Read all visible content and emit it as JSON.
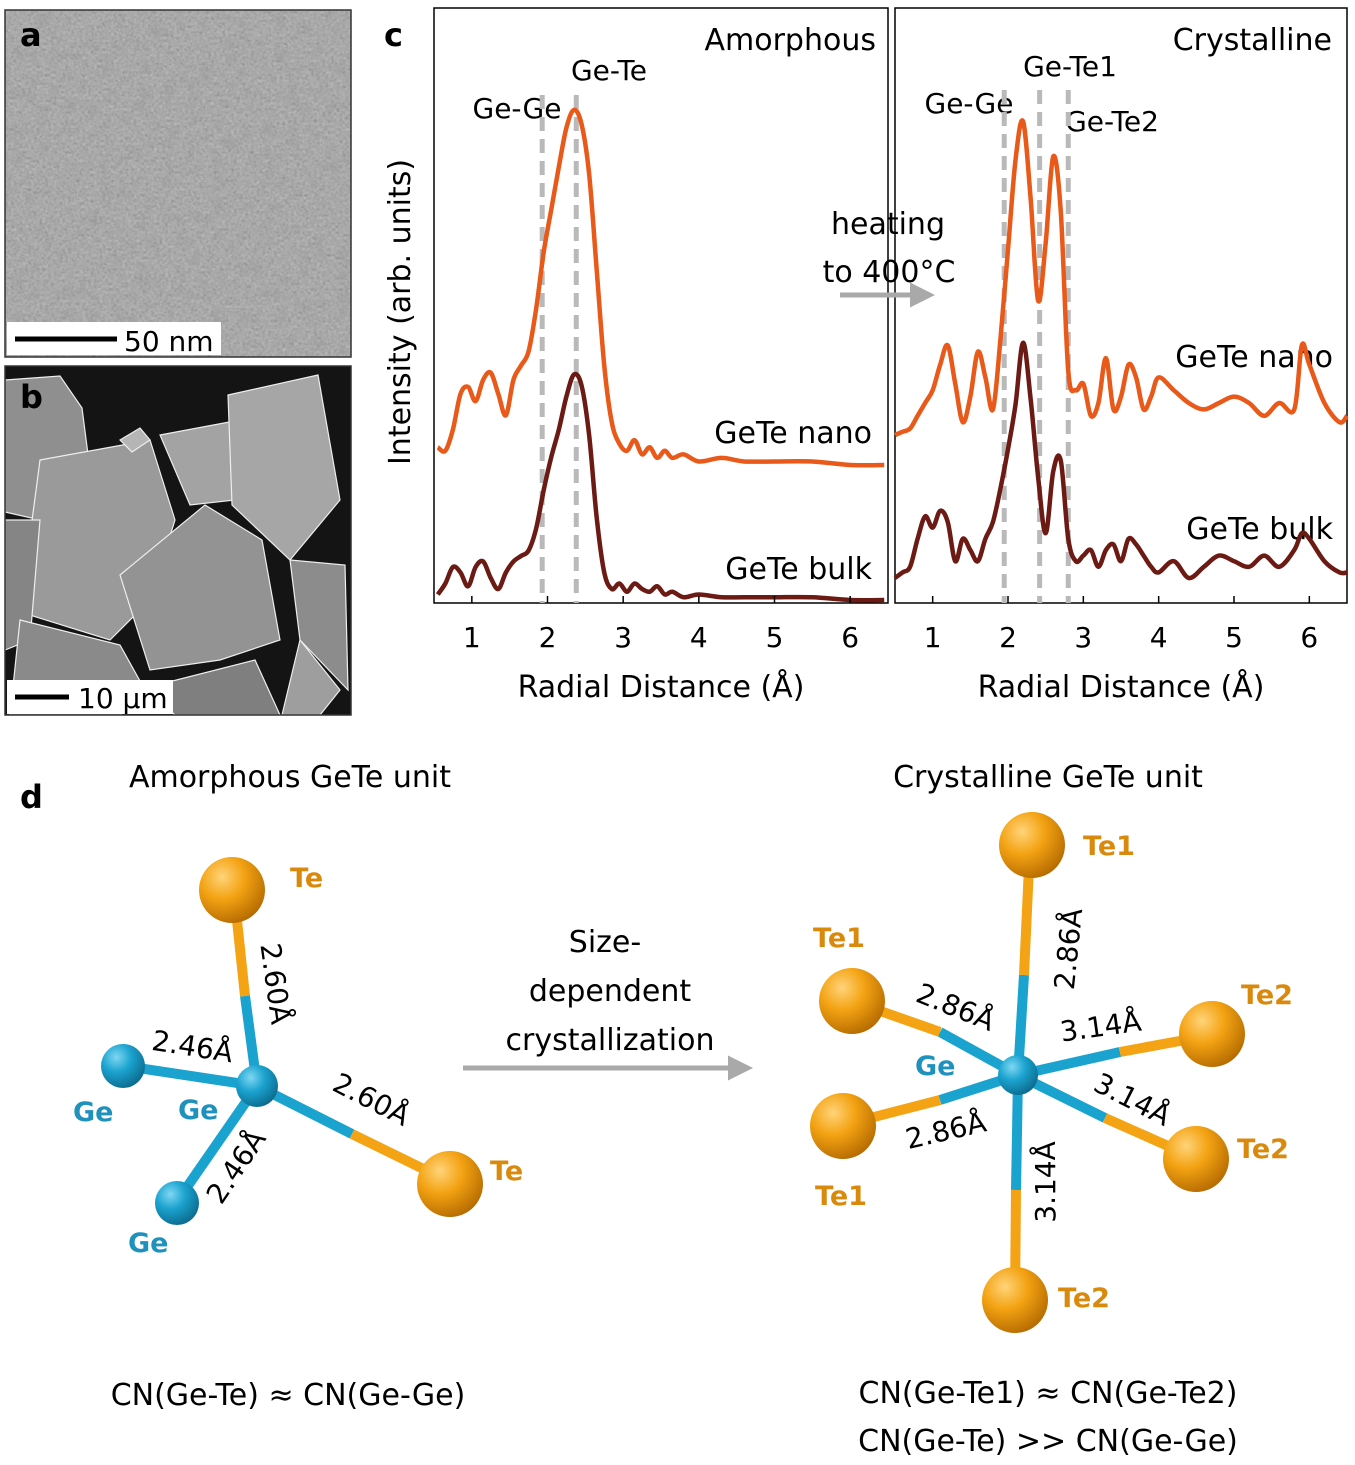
{
  "panel_labels": {
    "a": "a",
    "b": "b",
    "c": "c",
    "d": "d"
  },
  "micrographs": {
    "a_scale": "50 nm",
    "b_scale": "10 µm"
  },
  "chart_data": [
    {
      "type": "line",
      "title": "Amorphous",
      "xlabel": "Radial Distance (Å)",
      "ylabel": "Intensity (arb. units)",
      "xlim": [
        0.5,
        6.5
      ],
      "xticks": [
        1,
        2,
        3,
        4,
        5,
        6
      ],
      "grid": false,
      "peak_markers": [
        {
          "x": 1.93,
          "label": "Ge-Ge"
        },
        {
          "x": 2.38,
          "label": "Ge-Te"
        }
      ],
      "series": [
        {
          "name": "GeTe nano",
          "color": "#e8591a",
          "x": [
            0.55,
            0.65,
            0.75,
            0.85,
            0.95,
            1.05,
            1.15,
            1.25,
            1.35,
            1.45,
            1.55,
            1.65,
            1.75,
            1.85,
            1.95,
            2.05,
            2.15,
            2.25,
            2.35,
            2.45,
            2.55,
            2.65,
            2.75,
            2.85,
            2.95,
            3.05,
            3.15,
            3.25,
            3.35,
            3.45,
            3.55,
            3.65,
            3.8,
            4.0,
            4.3,
            4.6,
            5.0,
            5.5,
            6.0,
            6.45
          ],
          "y": [
            0.05,
            0.04,
            0.1,
            0.2,
            0.22,
            0.18,
            0.24,
            0.26,
            0.2,
            0.14,
            0.24,
            0.28,
            0.32,
            0.44,
            0.6,
            0.72,
            0.84,
            0.95,
            1.0,
            0.96,
            0.82,
            0.55,
            0.28,
            0.12,
            0.06,
            0.04,
            0.07,
            0.03,
            0.05,
            0.02,
            0.04,
            0.02,
            0.03,
            0.01,
            0.02,
            0.01,
            0.01,
            0.01,
            0.0,
            0.0
          ]
        },
        {
          "name": "GeTe bulk",
          "color": "#6b1a14",
          "x": [
            0.55,
            0.65,
            0.75,
            0.85,
            0.95,
            1.05,
            1.15,
            1.25,
            1.35,
            1.45,
            1.55,
            1.65,
            1.75,
            1.85,
            1.95,
            2.05,
            2.15,
            2.25,
            2.35,
            2.45,
            2.55,
            2.65,
            2.75,
            2.85,
            2.95,
            3.05,
            3.15,
            3.25,
            3.35,
            3.45,
            3.55,
            3.65,
            3.8,
            4.0,
            4.3,
            4.6,
            5.0,
            5.5,
            6.0,
            6.45
          ],
          "y": [
            0.02,
            0.06,
            0.12,
            0.1,
            0.05,
            0.12,
            0.14,
            0.08,
            0.04,
            0.1,
            0.14,
            0.16,
            0.18,
            0.26,
            0.4,
            0.52,
            0.62,
            0.74,
            0.82,
            0.78,
            0.6,
            0.3,
            0.1,
            0.04,
            0.06,
            0.03,
            0.06,
            0.04,
            0.03,
            0.05,
            0.02,
            0.03,
            0.01,
            0.02,
            0.01,
            0.01,
            0.01,
            0.01,
            0.0,
            0.0
          ]
        }
      ],
      "series_labels": [
        "GeTe nano",
        "GeTe bulk"
      ]
    },
    {
      "type": "line",
      "title": "Crystalline",
      "xlabel": "Radial Distance (Å)",
      "xlim": [
        0.5,
        6.5
      ],
      "xticks": [
        1,
        2,
        3,
        4,
        5,
        6
      ],
      "grid": false,
      "peak_markers": [
        {
          "x": 1.95,
          "label": "Ge-Ge"
        },
        {
          "x": 2.42,
          "label": "Ge-Te1"
        },
        {
          "x": 2.8,
          "label": "Ge-Te2"
        }
      ],
      "series": [
        {
          "name": "GeTe nano",
          "color": "#e8591a",
          "x": [
            0.5,
            0.6,
            0.7,
            0.8,
            0.9,
            1.0,
            1.1,
            1.2,
            1.3,
            1.4,
            1.5,
            1.6,
            1.7,
            1.8,
            1.9,
            2.0,
            2.1,
            2.2,
            2.3,
            2.4,
            2.5,
            2.6,
            2.7,
            2.8,
            2.9,
            3.0,
            3.1,
            3.2,
            3.3,
            3.4,
            3.5,
            3.6,
            3.7,
            3.8,
            3.9,
            4.0,
            4.2,
            4.4,
            4.6,
            4.8,
            5.0,
            5.2,
            5.4,
            5.6,
            5.8,
            5.9,
            6.0,
            6.2,
            6.4,
            6.5
          ],
          "y": [
            0.0,
            0.01,
            0.02,
            0.06,
            0.1,
            0.14,
            0.22,
            0.28,
            0.16,
            0.04,
            0.12,
            0.26,
            0.18,
            0.08,
            0.3,
            0.58,
            0.86,
            0.98,
            0.74,
            0.42,
            0.6,
            0.87,
            0.7,
            0.2,
            0.14,
            0.16,
            0.06,
            0.1,
            0.24,
            0.08,
            0.12,
            0.22,
            0.18,
            0.08,
            0.12,
            0.18,
            0.14,
            0.1,
            0.08,
            0.1,
            0.12,
            0.1,
            0.06,
            0.1,
            0.08,
            0.28,
            0.22,
            0.1,
            0.04,
            0.06
          ]
        },
        {
          "name": "GeTe bulk",
          "color": "#6b1a14",
          "x": [
            0.5,
            0.6,
            0.7,
            0.8,
            0.9,
            1.0,
            1.1,
            1.2,
            1.3,
            1.4,
            1.5,
            1.6,
            1.7,
            1.8,
            1.9,
            2.0,
            2.1,
            2.2,
            2.3,
            2.4,
            2.5,
            2.6,
            2.7,
            2.8,
            2.9,
            3.0,
            3.1,
            3.2,
            3.3,
            3.4,
            3.5,
            3.6,
            3.7,
            3.8,
            3.9,
            4.0,
            4.2,
            4.4,
            4.6,
            4.8,
            5.0,
            5.2,
            5.4,
            5.6,
            5.8,
            5.9,
            6.0,
            6.2,
            6.4,
            6.5
          ],
          "y": [
            0.0,
            0.02,
            0.04,
            0.14,
            0.22,
            0.18,
            0.24,
            0.2,
            0.06,
            0.14,
            0.1,
            0.06,
            0.14,
            0.2,
            0.32,
            0.46,
            0.62,
            0.84,
            0.64,
            0.36,
            0.16,
            0.38,
            0.42,
            0.14,
            0.06,
            0.08,
            0.1,
            0.04,
            0.1,
            0.12,
            0.06,
            0.14,
            0.12,
            0.08,
            0.04,
            0.02,
            0.06,
            0.0,
            0.04,
            0.08,
            0.06,
            0.04,
            0.08,
            0.04,
            0.1,
            0.16,
            0.14,
            0.06,
            0.02,
            0.02
          ]
        }
      ],
      "series_labels": [
        "GeTe nano",
        "GeTe bulk"
      ]
    }
  ],
  "heating_arrow": {
    "line1": "heating",
    "line2": "to 400°C"
  },
  "diagram": {
    "amorphous_title": "Amorphous GeTe unit",
    "crystalline_title": "Crystalline GeTe unit",
    "arrow_line1": "Size-",
    "arrow_line2": "dependent",
    "arrow_line3": "crystallization",
    "amorphous_atoms": {
      "center": "Ge",
      "ge_left": "Ge",
      "ge_lower": "Ge",
      "te_top": "Te",
      "te_right": "Te"
    },
    "amorphous_bonds": {
      "te_top": "2.60Å",
      "te_right": "2.60Å",
      "ge_left": "2.46Å",
      "ge_lower": "2.46Å"
    },
    "crystalline_atoms": {
      "center": "Ge",
      "te1_top": "Te1",
      "te1_left": "Te1",
      "te1_lowerleft": "Te1",
      "te2_right": "Te2",
      "te2_lowerright": "Te2",
      "te2_bottom": "Te2"
    },
    "crystalline_bonds": {
      "te1_top": "2.86Å",
      "te1_left": "2.86Å",
      "te1_lowerleft": "2.86Å",
      "te2_right": "3.14Å",
      "te2_lowerright": "3.14Å",
      "te2_bottom": "3.14Å"
    },
    "amorphous_cn": "CN(Ge-Te) ≈ CN(Ge-Ge)",
    "crystalline_cn_1": "CN(Ge-Te1) ≈ CN(Ge-Te2)",
    "crystalline_cn_2": "CN(Ge-Te) >> CN(Ge-Ge)"
  },
  "colors": {
    "orange_curve": "#e8591a",
    "dark_curve": "#6b1a14",
    "ge_atom": "#1b9cc7",
    "te_atom": "#f0a010",
    "ge_label": "#1e92bd",
    "te_label": "#d98a0c",
    "marker": "#b9b9b9",
    "arrow": "#a9a9a9"
  }
}
